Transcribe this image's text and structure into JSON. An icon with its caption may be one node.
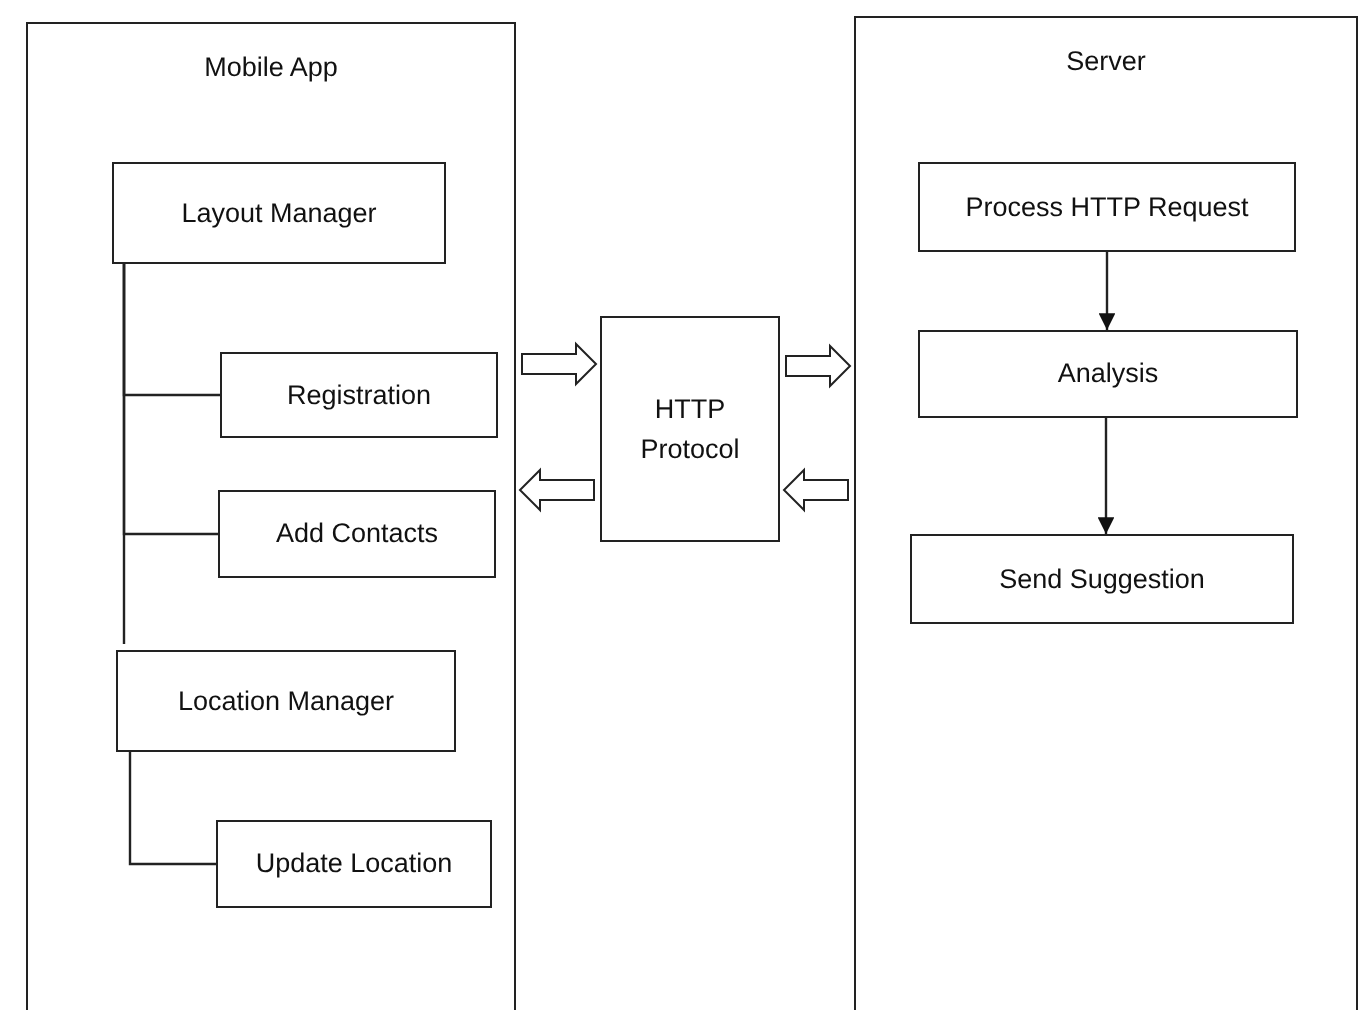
{
  "diagram": {
    "nodes": [
      {
        "text": [
          "Mobile App"
        ]
      },
      {
        "text": [
          "Layout Manager"
        ],
        "in": 0
      },
      {
        "text": [
          "Registration"
        ],
        "in": 0
      },
      {
        "text": [
          "Add Contacts"
        ],
        "in": 0
      },
      {
        "text": [
          "Location Manager"
        ],
        "in": 0
      },
      {
        "text": [
          "Update Location"
        ],
        "in": 0
      },
      {
        "text": [
          "HTTP Protocol"
        ]
      },
      {
        "text": [
          "Server"
        ]
      },
      {
        "text": [
          "Process HTTP Request"
        ],
        "in": 7
      },
      {
        "text": [
          "Analysis"
        ],
        "in": 7
      },
      {
        "text": [
          "Send Suggestion"
        ],
        "in": 7
      }
    ],
    "edges": [
      {
        "from": 1,
        "to": 2,
        "arrow": "none"
      },
      {
        "from": 1,
        "to": 3,
        "arrow": "none"
      },
      {
        "from": 1,
        "to": 4,
        "arrow": "none"
      },
      {
        "from": 4,
        "to": 5,
        "arrow": "none"
      },
      {
        "from": 0,
        "to": 6,
        "arrow": "to",
        "style": "thick"
      },
      {
        "from": 6,
        "to": 0,
        "arrow": "to",
        "style": "thick"
      },
      {
        "from": 6,
        "to": 7,
        "arrow": "to",
        "style": "thick"
      },
      {
        "from": 7,
        "to": 6,
        "arrow": "to",
        "style": "thick"
      },
      {
        "from": 8,
        "to": 9,
        "arrow": "to"
      },
      {
        "from": 9,
        "to": 10,
        "arrow": "to"
      }
    ]
  }
}
